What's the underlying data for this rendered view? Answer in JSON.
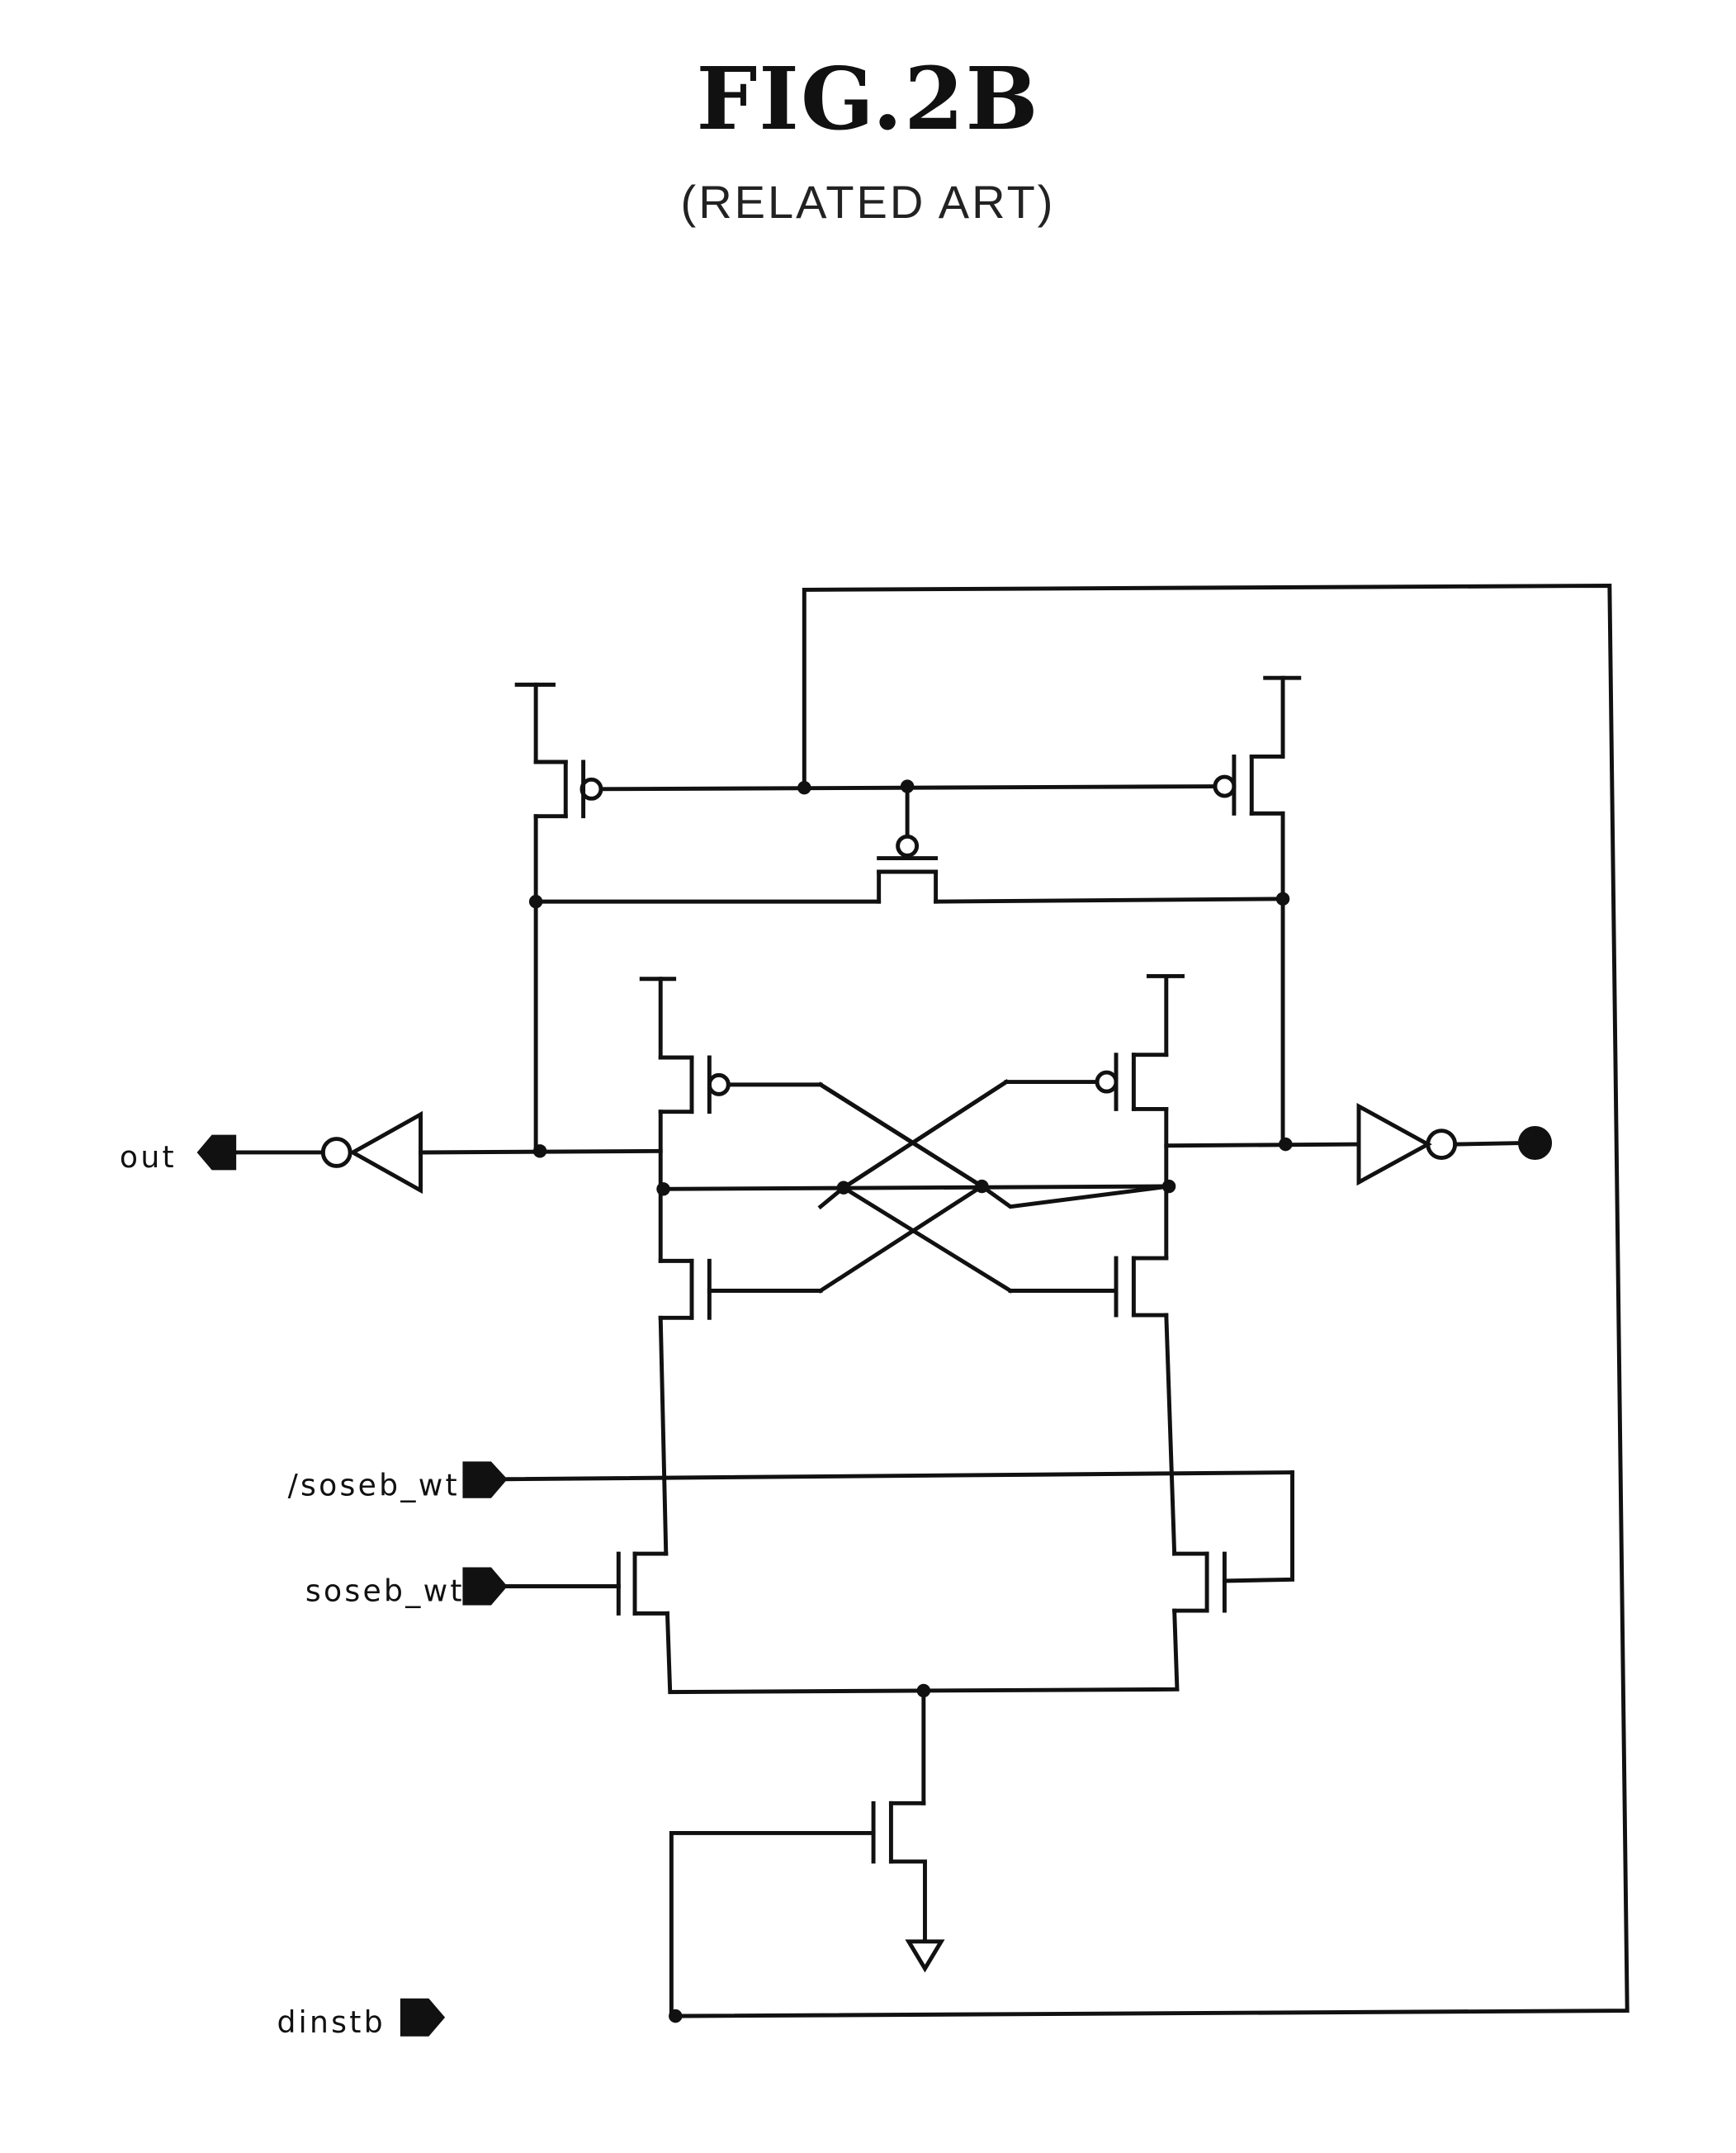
{
  "figure": {
    "title": "FIG.2B",
    "subtitle": "(RELATED ART)"
  },
  "signals": {
    "out": "out",
    "soseb_wt_bar": "/soseb_wt",
    "soseb_wt": "soseb_wt",
    "dinstb": "dinstb"
  },
  "colors": {
    "ink": "#111111",
    "background": "#ffffff"
  }
}
